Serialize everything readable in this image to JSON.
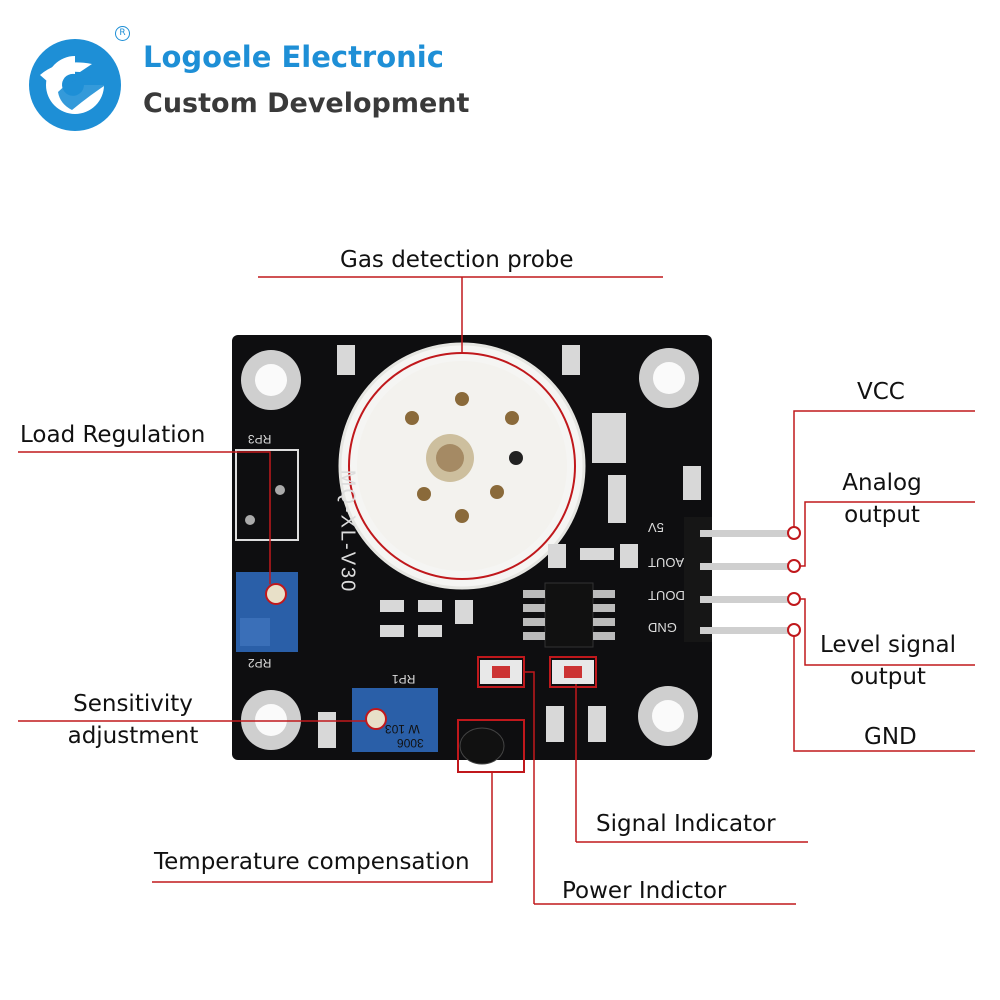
{
  "brand": {
    "name": "Logoele Electronic",
    "tagline": "Custom Development",
    "registered_mark": "R",
    "colors": {
      "blue": "#1e8fd6",
      "dark": "#3a3a3a"
    }
  },
  "annotations": {
    "probe": "Gas detection probe",
    "load": "Load Regulation",
    "sensitivity_1": "Sensitivity",
    "sensitivity_2": "adjustment",
    "temperature": "Temperature compensation",
    "vcc": "VCC",
    "analog_1": "Analog",
    "analog_2": "output",
    "level_1": "Level signal",
    "level_2": "output",
    "gnd": "GND",
    "signal": "Signal Indicator",
    "power": "Power Indictor"
  },
  "board": {
    "model": "MQ-XL-V30",
    "pins": [
      "5V",
      "AOUT",
      "DOUT",
      "GND"
    ],
    "silkscreen": {
      "rp1": "RP1",
      "rp2": "RP2",
      "rp3": "RP3",
      "pot_code": "W 103",
      "pot_model": "3006"
    }
  },
  "colors": {
    "leader_line": "#c0181c",
    "board": "#0e0e10",
    "pad": "#c9c9c9"
  }
}
